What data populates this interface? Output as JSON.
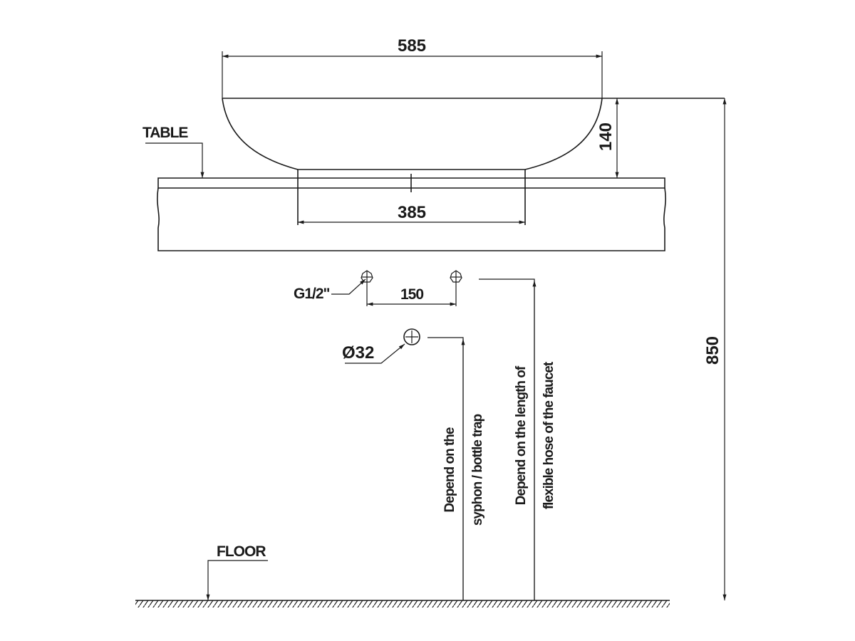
{
  "dimensions": {
    "bowl_width": "585",
    "base_width": "385",
    "bowl_height": "140",
    "total_height": "850",
    "inlet_spacing": "150"
  },
  "labels": {
    "table": "TABLE",
    "floor": "FLOOR",
    "inlet": "G1/2\"",
    "drain": "Ø32"
  },
  "notes": {
    "drain_line1": "Depend on the",
    "drain_line2": "syphon / bottle trap",
    "hose_line1": "Depend on the length of",
    "hose_line2": "flexible hose of the faucet"
  }
}
